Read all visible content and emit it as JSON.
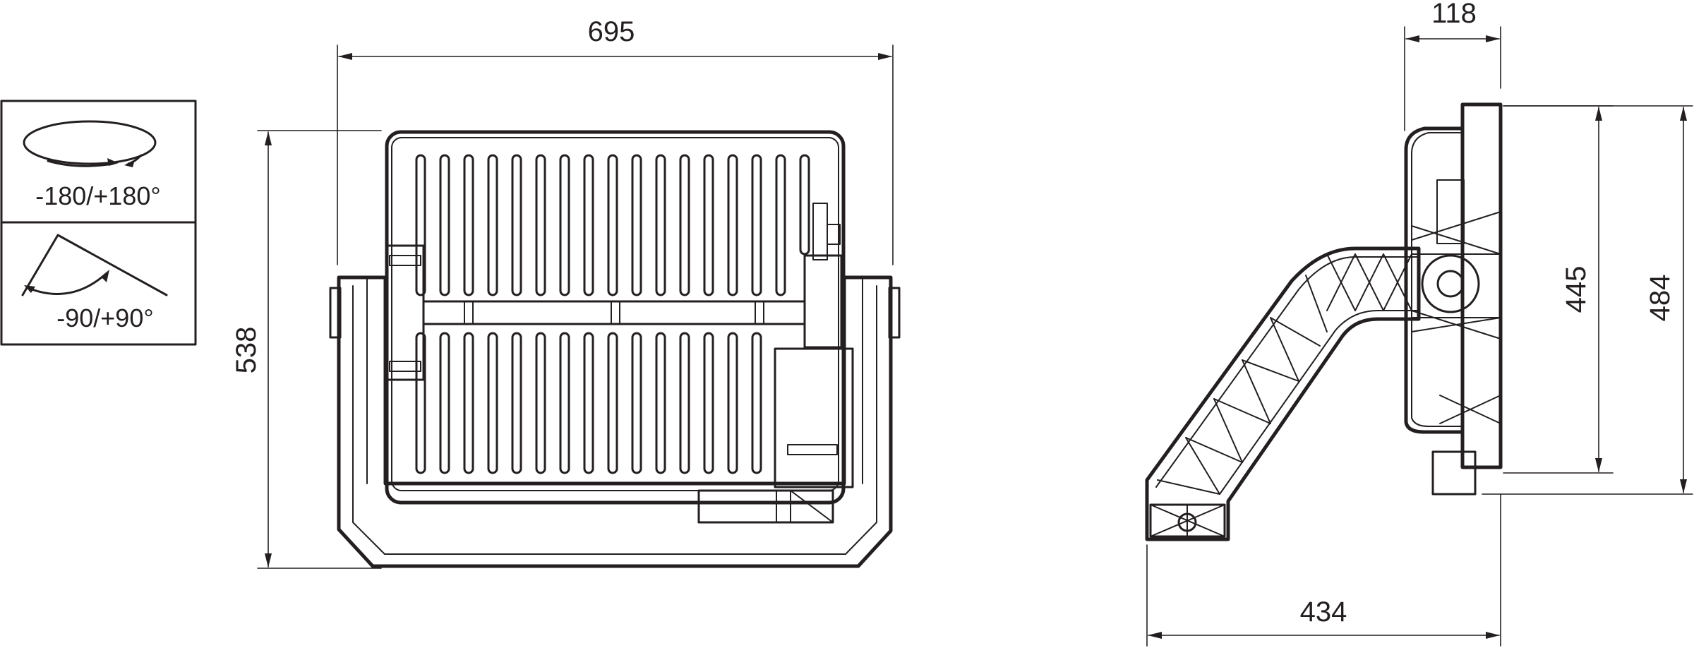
{
  "dimensions": {
    "width_front": "695",
    "height_front": "538",
    "depth_side": "118",
    "height_side_inner": "445",
    "height_side_outer": "484",
    "arm_reach": "434"
  },
  "rotation_legend": {
    "horizontal": "-180/+180°",
    "vertical": "-90/+90°"
  },
  "colors": {
    "line": "#231f20",
    "background": "#ffffff"
  }
}
